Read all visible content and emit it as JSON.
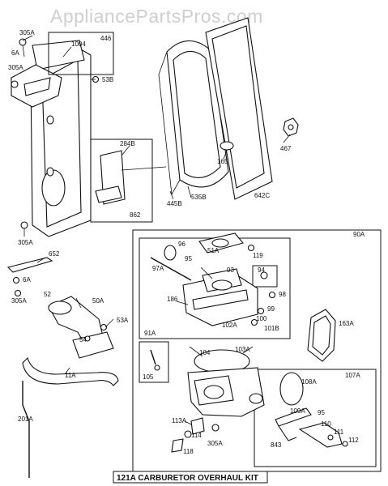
{
  "watermark": "AppliancePartsPros.com",
  "kit_label": "121A CARBURETOR OVERHAUL KIT",
  "labels": {
    "l305A_top": "305A",
    "l1004": "1004",
    "l446": "446",
    "l6A_top": "6A",
    "l305A_left": "305A",
    "l53B": "53B",
    "l284B": "284B",
    "l862": "862",
    "l445B": "445B",
    "l535B": "535B",
    "l642C": "642C",
    "l165": "165",
    "l467": "467",
    "l305A_bot": "305A",
    "l652": "652",
    "l6A_mid": "6A",
    "l305A_mid": "305A",
    "l52": "52",
    "l50A": "50A",
    "l53A": "53A",
    "l54": "54",
    "l11A": "11A",
    "l201A": "201A",
    "l90A": "90A",
    "l96": "96",
    "l51A": "51A",
    "l119": "119",
    "l97A": "97A",
    "l95_top": "95",
    "l93": "93",
    "l94": "94",
    "l98": "98",
    "l186": "186",
    "l99": "99",
    "l100": "100",
    "l101B": "101B",
    "l102A": "102A",
    "l163A": "163A",
    "l91A": "91A",
    "l104": "104",
    "l103A": "103A",
    "l105": "105",
    "l108A": "108A",
    "l107A": "107A",
    "l113A": "113A",
    "l114": "114",
    "l118": "118",
    "l305A_carb": "305A",
    "l109A": "109A",
    "l95_bot": "95",
    "l110": "110",
    "l111": "111",
    "l112": "112",
    "l843": "843"
  }
}
